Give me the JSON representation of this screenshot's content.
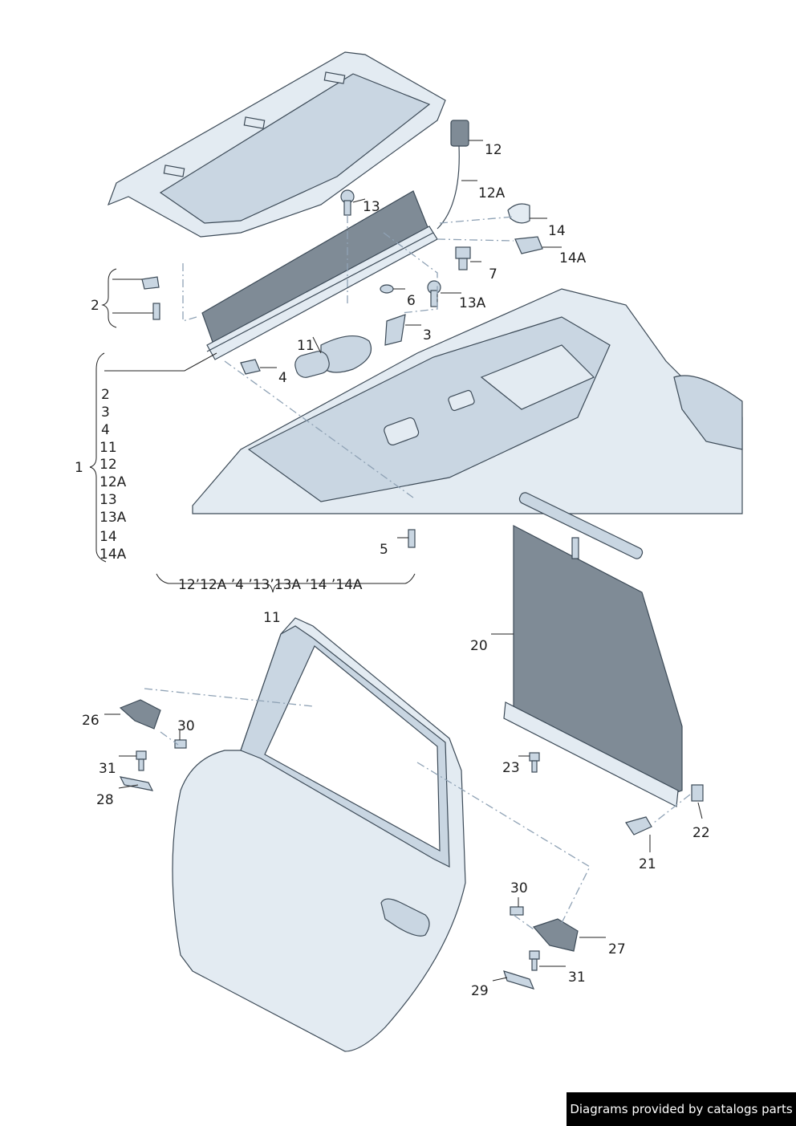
{
  "callouts": {
    "c12": "12",
    "c12A": "12A",
    "c13": "13",
    "c14": "14",
    "c14A": "14A",
    "c7": "7",
    "c2": "2",
    "c6": "6",
    "c13A": "13A",
    "c3": "3",
    "c11a": "11",
    "c4": "4",
    "c5": "5",
    "c1": "1",
    "c11b": "11",
    "c20": "20",
    "c26": "26",
    "c30a": "30",
    "c31a": "31",
    "c28": "28",
    "c23": "23",
    "c22": "22",
    "c21": "21",
    "c30b": "30",
    "c27": "27",
    "c31b": "31",
    "c29": "29"
  },
  "group1_list": [
    "2",
    "3",
    "4",
    "11",
    "12",
    "12A",
    "13",
    "13A",
    "14",
    "14A"
  ],
  "group11_list": "12’12A ’4 ’13’13A ’14 ’14A",
  "footer": "Diagrams provided by catalogs parts",
  "colors": {
    "line": "#3c4a57",
    "light_blue": "#e3ebf2",
    "mid_blue": "#c9d6e2",
    "dark_gray": "#7f8b96",
    "dash_line": "#8fa2b5"
  }
}
